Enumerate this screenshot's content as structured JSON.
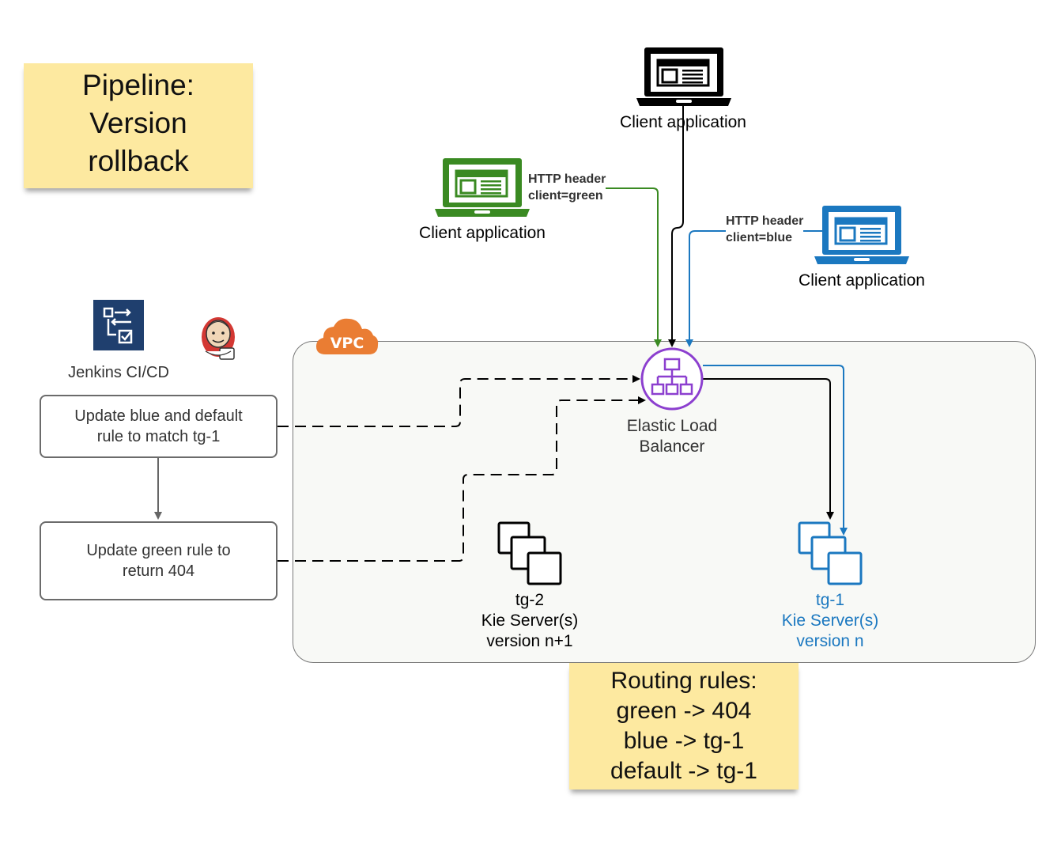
{
  "pipeline_note": {
    "line1": "Pipeline:",
    "line2": "Version",
    "line3": "rollback"
  },
  "jenkins": {
    "label": "Jenkins CI/CD"
  },
  "steps": [
    {
      "line1": "Update blue and default",
      "line2": "rule to match tg-1"
    },
    {
      "line1": "Update green rule to",
      "line2": "return 404"
    }
  ],
  "clients": {
    "top": {
      "label": "Client application",
      "color": "#000000"
    },
    "green": {
      "label": "Client application",
      "color": "#3a8a22",
      "header1": "HTTP header",
      "header2": "client=green"
    },
    "blue": {
      "label": "Client application",
      "color": "#1b78c0",
      "header1": "HTTP header",
      "header2": "client=blue"
    }
  },
  "vpc": {
    "badge": "VPC",
    "color": "#ea7d33"
  },
  "elb": {
    "line1": "Elastic Load",
    "line2": "Balancer",
    "color": "#8c3fcf"
  },
  "tg2": {
    "line1": "tg-2",
    "line2": "Kie Server(s)",
    "line3": "version n+1",
    "color": "#000000"
  },
  "tg1": {
    "line1": "tg-1",
    "line2": "Kie Server(s)",
    "line3": "version n",
    "color": "#1b78c0"
  },
  "routing_note": {
    "line1": "Routing rules:",
    "line2": "green -> 404",
    "line3": "blue -> tg-1",
    "line4": "default -> tg-1"
  }
}
